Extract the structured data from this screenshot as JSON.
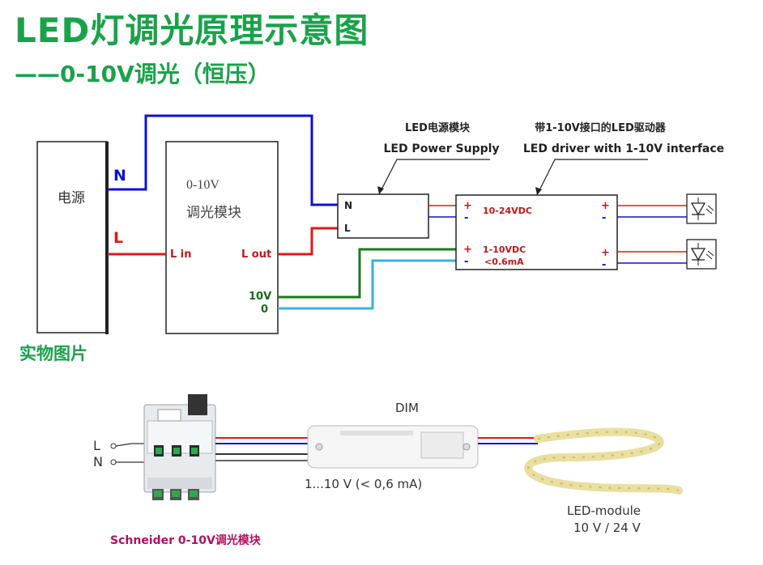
{
  "title": "LED灯调光原理示意图",
  "subtitle": "——0-10V调光（恒压）",
  "power_box": {
    "label": "电源"
  },
  "wires": {
    "N": "N",
    "L": "L"
  },
  "dimmer_module": {
    "line1": "0-10V",
    "line2": "调光模块",
    "l_in": "L in",
    "l_out": "L out",
    "v10": "10V",
    "zero": "0"
  },
  "led_power_supply": {
    "caption_cn": "LED电源模块",
    "caption_en": "LED Power Supply",
    "n": "N",
    "l": "L"
  },
  "led_driver": {
    "caption_cn": "带1-10V接口的LED驱动器",
    "caption_en": "LED driver with 1-10V interface",
    "out_voltage": "10-24VDC",
    "in_voltage": "1-10VDC",
    "current": "<0.6mA",
    "plus": "+",
    "minus": "-"
  },
  "physical_caption": "实物图片",
  "photo": {
    "l": "L",
    "n": "N",
    "dim": "DIM",
    "control_range": "1...10 V (< 0,6 mA)",
    "led_module": "LED-module",
    "module_voltage": "10 V / 24 V",
    "schneider": "Schneider 0-10V调光模块"
  },
  "colors": {
    "green": "#1aa24a",
    "blue": "#1010d0",
    "red": "#e01818",
    "dark_green": "#1a7a1a",
    "light_blue": "#3ab0e0",
    "maroon": "#b01060"
  }
}
